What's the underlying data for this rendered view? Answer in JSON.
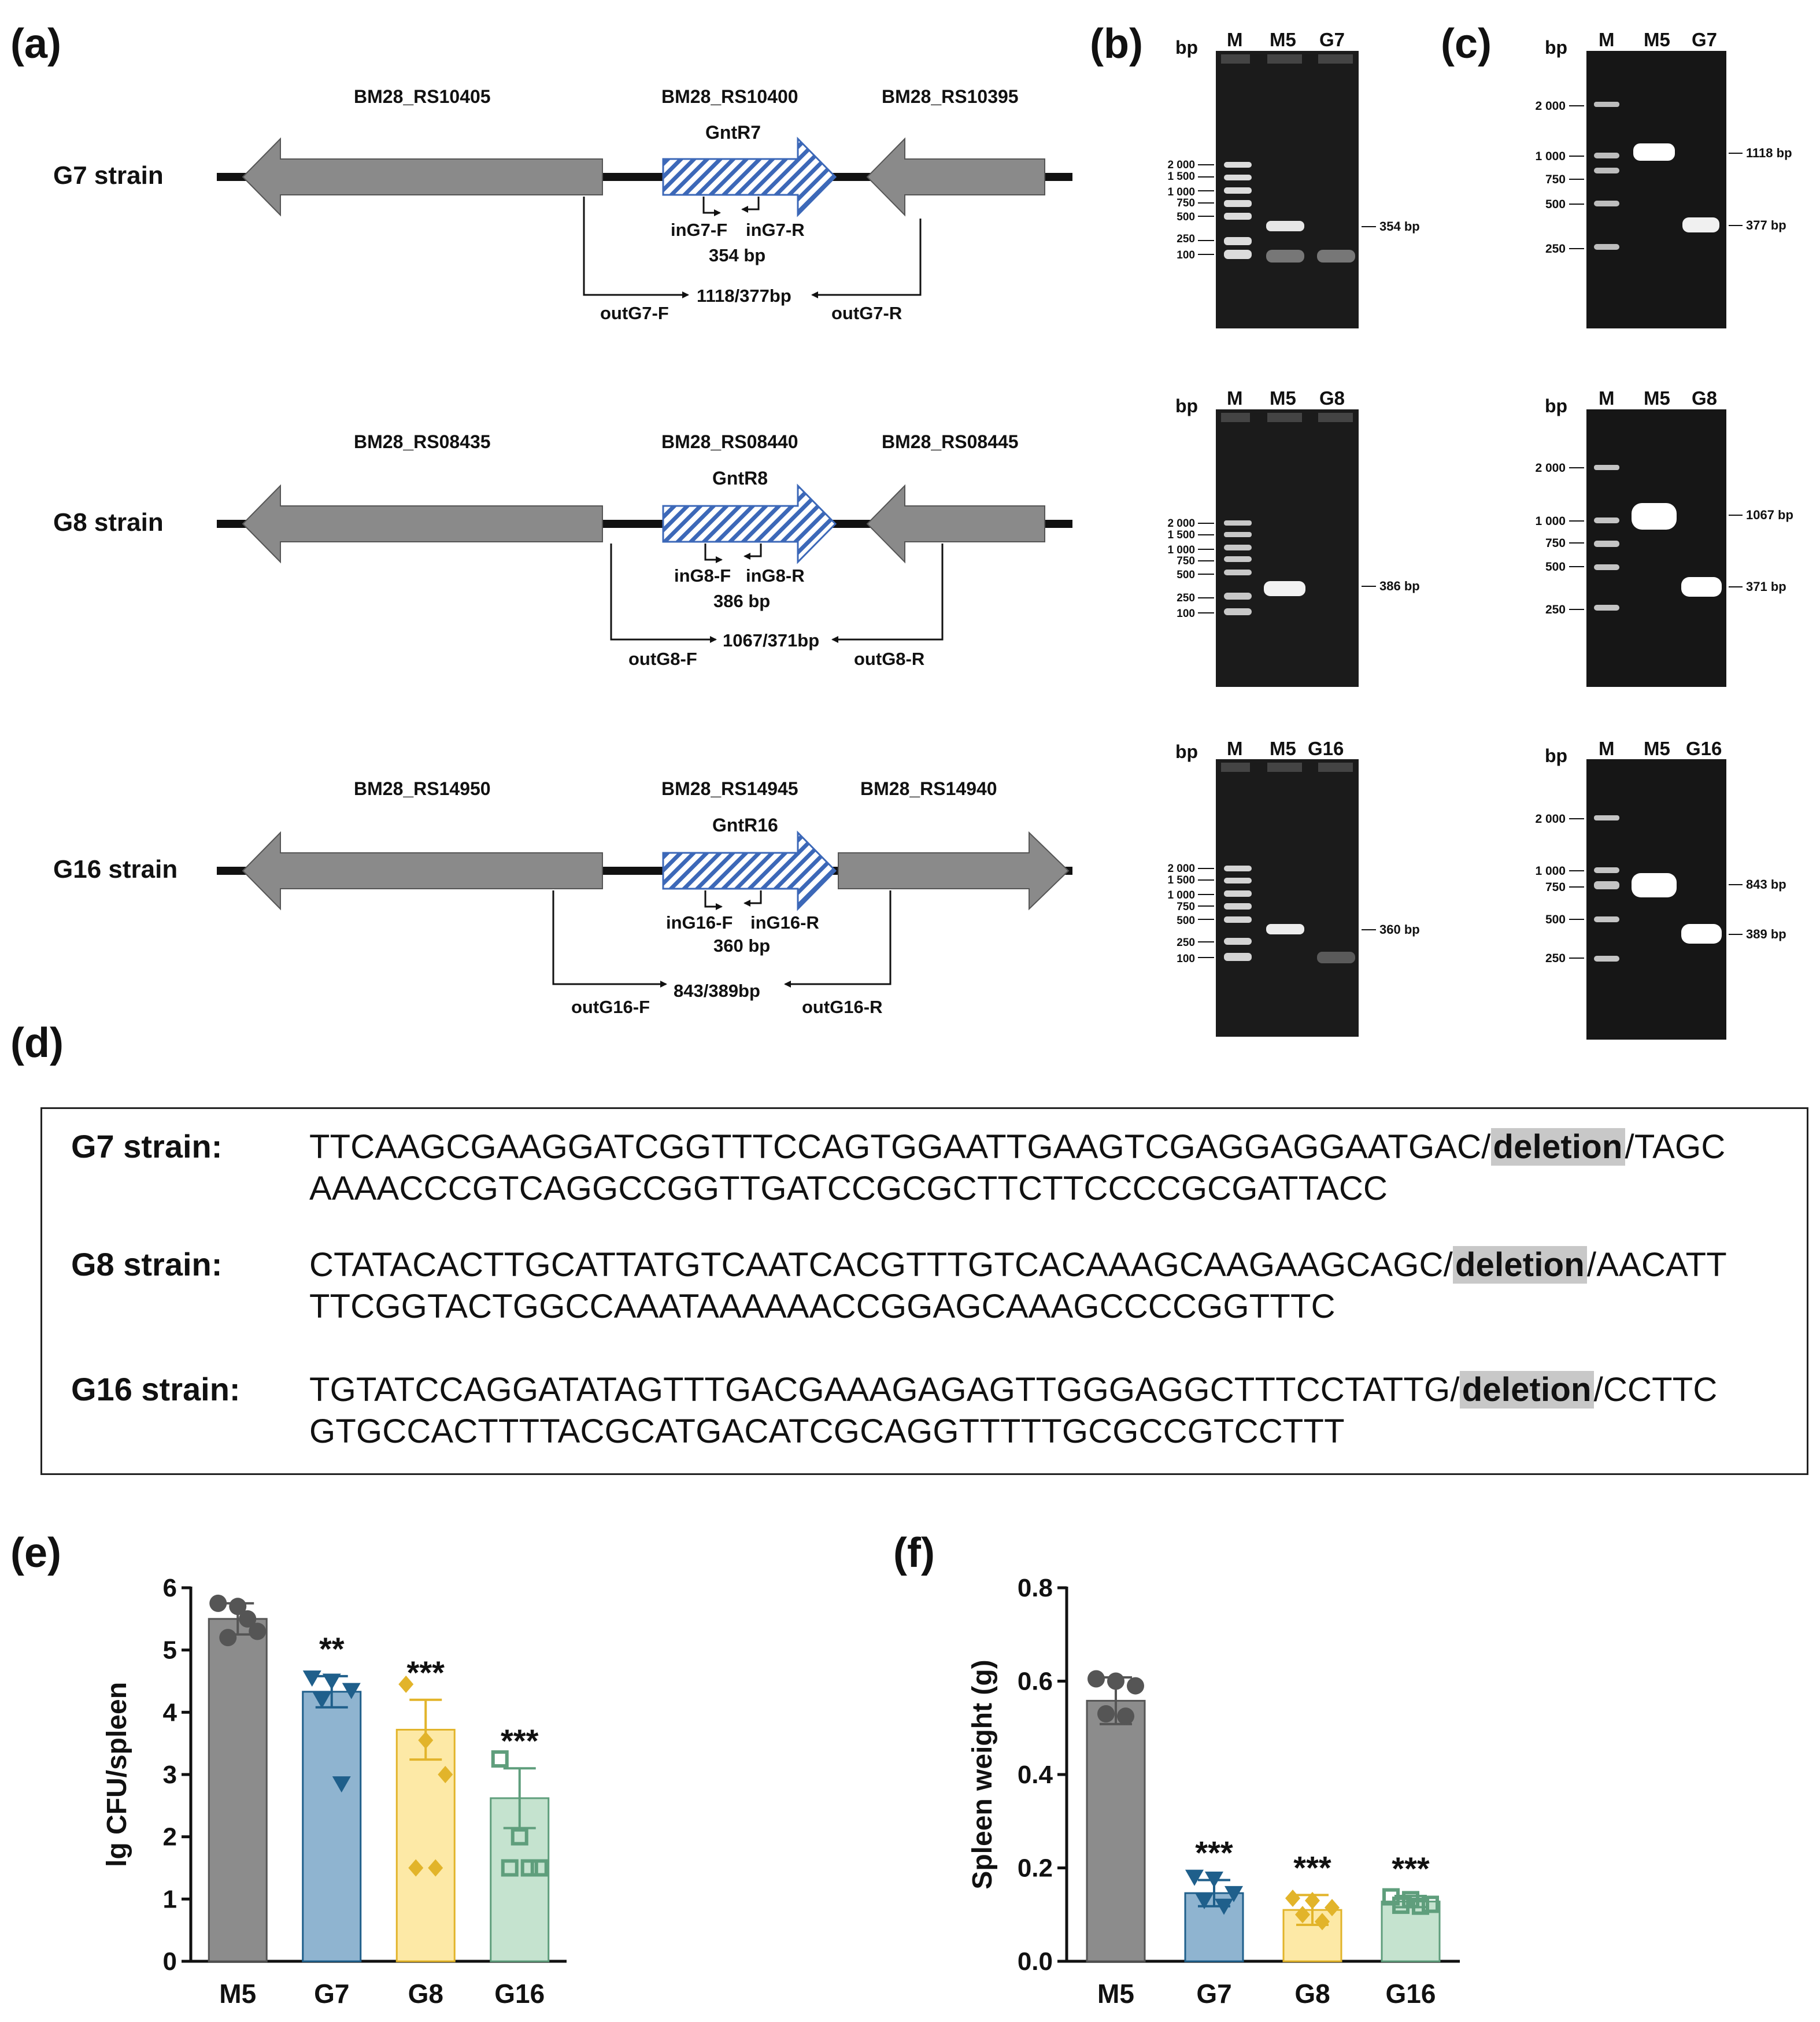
{
  "panel_labels": {
    "a": "(a)",
    "b": "(b)",
    "c": "(c)",
    "d": "(d)",
    "e": "(e)",
    "f": "(f)"
  },
  "panel_a": [
    {
      "strain": "G7 strain",
      "left_gene": "BM28_RS10405",
      "mid_gene": "BM28_RS10400",
      "right_gene": "BM28_RS10395",
      "gntr": "GntR7",
      "in_f": "inG7-F",
      "in_r": "inG7-R",
      "in_size": "354 bp",
      "out_f": "outG7-F",
      "out_r": "outG7-R",
      "out_size": "1118/377bp"
    },
    {
      "strain": "G8 strain",
      "left_gene": "BM28_RS08435",
      "mid_gene": "BM28_RS08440",
      "right_gene": "BM28_RS08445",
      "gntr": "GntR8",
      "in_f": "inG8-F",
      "in_r": "inG8-R",
      "in_size": "386 bp",
      "out_f": "outG8-F",
      "out_r": "outG8-R",
      "out_size": "1067/371bp"
    },
    {
      "strain": "G16 strain",
      "left_gene": "BM28_RS14950",
      "mid_gene": "BM28_RS14945",
      "right_gene": "BM28_RS14940",
      "gntr": "GntR16",
      "in_f": "inG16-F",
      "in_r": "inG16-R",
      "in_size": "360 bp",
      "out_f": "outG16-F",
      "out_r": "outG16-R",
      "out_size": "843/389bp"
    }
  ],
  "gels_b": [
    {
      "unit": "bp",
      "lanes": [
        "M",
        "M5",
        "G7"
      ],
      "ladder": [
        "2 000",
        "1 500",
        "1 000",
        "750",
        "500",
        "250",
        "100"
      ],
      "band_label": "354 bp"
    },
    {
      "unit": "bp",
      "lanes": [
        "M",
        "M5",
        "G8"
      ],
      "ladder": [
        "2 000",
        "1 500",
        "1 000",
        "750",
        "500",
        "250",
        "100"
      ],
      "band_label": "386 bp"
    },
    {
      "unit": "bp",
      "lanes": [
        "M",
        "M5",
        "G16"
      ],
      "ladder": [
        "2 000",
        "1 500",
        "1 000",
        "750",
        "500",
        "250",
        "100"
      ],
      "band_label": "360 bp"
    }
  ],
  "gels_c": [
    {
      "unit": "bp",
      "lanes": [
        "M",
        "M5",
        "G7"
      ],
      "ladder": [
        "2 000",
        "1 000",
        "750",
        "500",
        "250"
      ],
      "band_labels": [
        "1118 bp",
        "377 bp"
      ]
    },
    {
      "unit": "bp",
      "lanes": [
        "M",
        "M5",
        "G8"
      ],
      "ladder": [
        "2 000",
        "1 000",
        "750",
        "500",
        "250"
      ],
      "band_labels": [
        "1067 bp",
        "371 bp"
      ]
    },
    {
      "unit": "bp",
      "lanes": [
        "M",
        "M5",
        "G16"
      ],
      "ladder": [
        "2 000",
        "1 000",
        "750",
        "500",
        "250"
      ],
      "band_labels": [
        "843 bp",
        "389 bp"
      ]
    }
  ],
  "sequences": [
    {
      "label": "G7 strain:",
      "line1_pre": "TTCAAGCGAAGGATCGGTTTCCAGTGGAATTGAAGTCGAGGAGGAATGAC/",
      "deletion": "deletion",
      "line1_post": "/TAGC",
      "line2": "AAAACCCGTCAGGCCGGTTGATCCGCGCTTCTTCCCCGCGATTACC"
    },
    {
      "label": "G8 strain:",
      "line1_pre": "CTATACACTTGCATTATGTCAATCACGTTTGTCACAAAGCAAGAAGCAGC/",
      "deletion": "deletion",
      "line1_post": "/AACATT",
      "line2": "TTCGGTACTGGCCAAATAAAAAACCGGAGCAAAGCCCCGGTTTC"
    },
    {
      "label": "G16 strain:",
      "line1_pre": "TGTATCCAGGATATAGTTTGACGAAAGAGAGTTGGGAGGCTTTCCTATTG/",
      "deletion": "deletion",
      "line1_post": "/CCTTC",
      "line2": "GTGCCACTTTTACGCATGACATCGCAGGTTTTTGCGCCGTCCTTT"
    }
  ],
  "chart_data": [
    {
      "type": "bar",
      "ylabel": "lg CFU/spleen",
      "ylim": [
        0,
        6
      ],
      "yticks": [
        0,
        1,
        2,
        3,
        4,
        5,
        6
      ],
      "categories": [
        "M5",
        "G7",
        "G8",
        "G16"
      ],
      "values": [
        5.5,
        4.33,
        3.72,
        2.62
      ],
      "errors": [
        0.25,
        0.25,
        0.48,
        0.48
      ],
      "significance": [
        "",
        "**",
        "***",
        "***"
      ],
      "colors": [
        "#8c8c8c",
        "#8fb4d0",
        "#fde9a6",
        "#c5e3cf"
      ],
      "edge_colors": [
        "#555555",
        "#1f5f8b",
        "#e2b42a",
        "#5f9e7c"
      ],
      "markers": [
        "circle",
        "triangle",
        "diamond",
        "square"
      ],
      "points": [
        [
          5.75,
          5.7,
          5.3,
          5.2,
          5.5
        ],
        [
          4.55,
          4.5,
          4.35,
          4.2,
          2.85
        ],
        [
          4.45,
          3.55,
          3.0,
          1.5,
          1.5
        ],
        [
          3.25,
          2.0,
          1.5,
          1.5,
          1.5
        ]
      ]
    },
    {
      "type": "bar",
      "ylabel": "Spleen weight (g)",
      "ylim": [
        0,
        0.8
      ],
      "yticks": [
        "0.0",
        "0.2",
        "0.4",
        "0.6",
        "0.8"
      ],
      "categories": [
        "M5",
        "G7",
        "G8",
        "G16"
      ],
      "values": [
        0.558,
        0.146,
        0.11,
        0.128
      ],
      "errors": [
        0.05,
        0.028,
        0.032,
        0.012
      ],
      "significance": [
        "",
        "***",
        "***",
        "***"
      ],
      "colors": [
        "#8c8c8c",
        "#8fb4d0",
        "#fde9a6",
        "#c5e3cf"
      ],
      "edge_colors": [
        "#555555",
        "#1f5f8b",
        "#e2b42a",
        "#5f9e7c"
      ],
      "markers": [
        "circle",
        "triangle",
        "diamond",
        "square"
      ],
      "points": [
        [
          0.605,
          0.6,
          0.59,
          0.53,
          0.525
        ],
        [
          0.18,
          0.176,
          0.145,
          0.13,
          0.118
        ],
        [
          0.135,
          0.13,
          0.115,
          0.1,
          0.085
        ],
        [
          0.138,
          0.132,
          0.122,
          0.12,
          0.118
        ]
      ]
    }
  ]
}
